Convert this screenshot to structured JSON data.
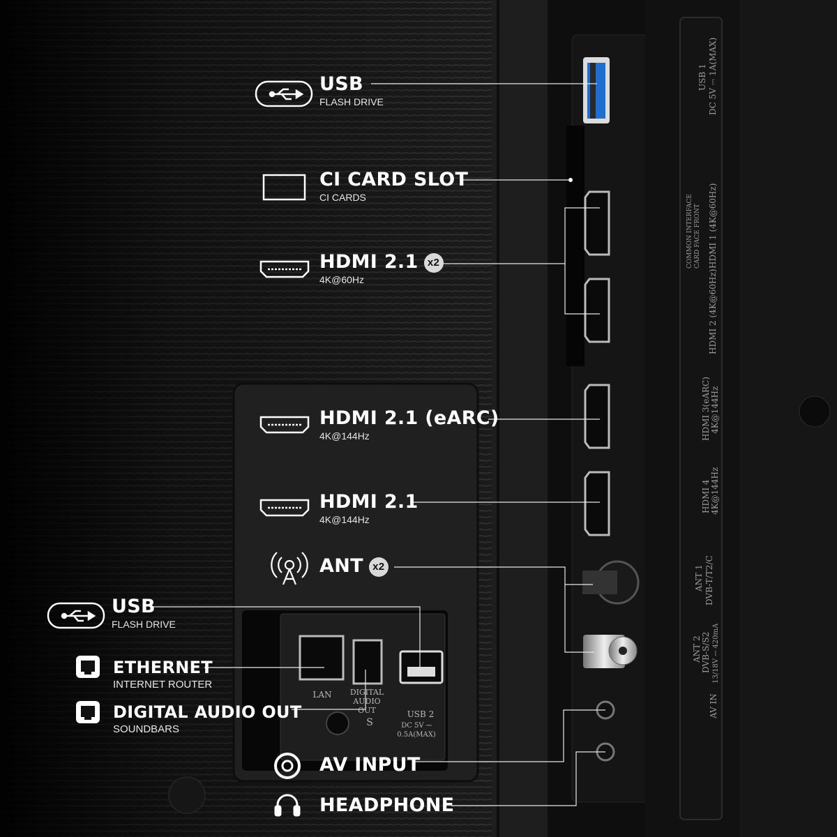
{
  "labels": {
    "usb_top": {
      "title": "USB",
      "sub": "FLASH DRIVE"
    },
    "ci_slot": {
      "title": "CI CARD SLOT",
      "sub": "CI CARDS"
    },
    "hdmi_60": {
      "title": "HDMI 2.1",
      "badge": "x2",
      "sub": "4K@60Hz"
    },
    "hdmi_earc": {
      "title": "HDMI 2.1 (eARC)",
      "sub": "4K@144Hz"
    },
    "hdmi_144": {
      "title": "HDMI 2.1",
      "sub": "4K@144Hz"
    },
    "ant": {
      "title": "ANT",
      "badge": "x2"
    },
    "usb_bottom": {
      "title": "USB",
      "sub": "FLASH DRIVE"
    },
    "ethernet": {
      "title": "ETHERNET",
      "sub": "INTERNET ROUTER"
    },
    "digital_audio": {
      "title": "DIGITAL AUDIO OUT",
      "sub": "SOUNDBARS"
    },
    "av_input": {
      "title": "AV INPUT"
    },
    "headphone": {
      "title": "HEADPHONE"
    }
  },
  "panel_print": {
    "usb1": "USB 1",
    "usb1_spec": "DC 5V ⎓ 1A(MAX)",
    "common_interface": "COMMON INTERFACE",
    "card_face_front": "CARD FACE FRONT",
    "hdmi1": "HDMI 1 (4K@60Hz)",
    "hdmi2": "HDMI 2 (4K@60Hz)",
    "hdmi3": "HDMI 3(eARC)",
    "hdmi3_spec": "4K@144Hz",
    "hdmi4": "HDMI 4",
    "hdmi4_spec": "4K@144Hz",
    "ant1": "ANT 1",
    "ant1_spec": "DVB-T/T2/C",
    "ant2": "ANT 2",
    "ant2_spec": "DVB-S/S2",
    "ant2_power": "13/18V ⎓ 420mA",
    "av_in": "AV IN",
    "lan": "LAN",
    "digital_audio_out": "DIGITAL AUDIO OUT",
    "s_label": "S",
    "usb2": "USB 2",
    "usb2_spec": "DC 5V ⎓ 0.5A(MAX)"
  },
  "icons": [
    "usb-icon",
    "ci-card-icon",
    "hdmi-icon",
    "antenna-icon",
    "ethernet-icon",
    "av-input-icon",
    "headphone-icon"
  ],
  "colors": {
    "background": "#000000",
    "usb3_port": "#1f6fd1",
    "label": "#ffffff",
    "badge": "#d9d9d9"
  }
}
